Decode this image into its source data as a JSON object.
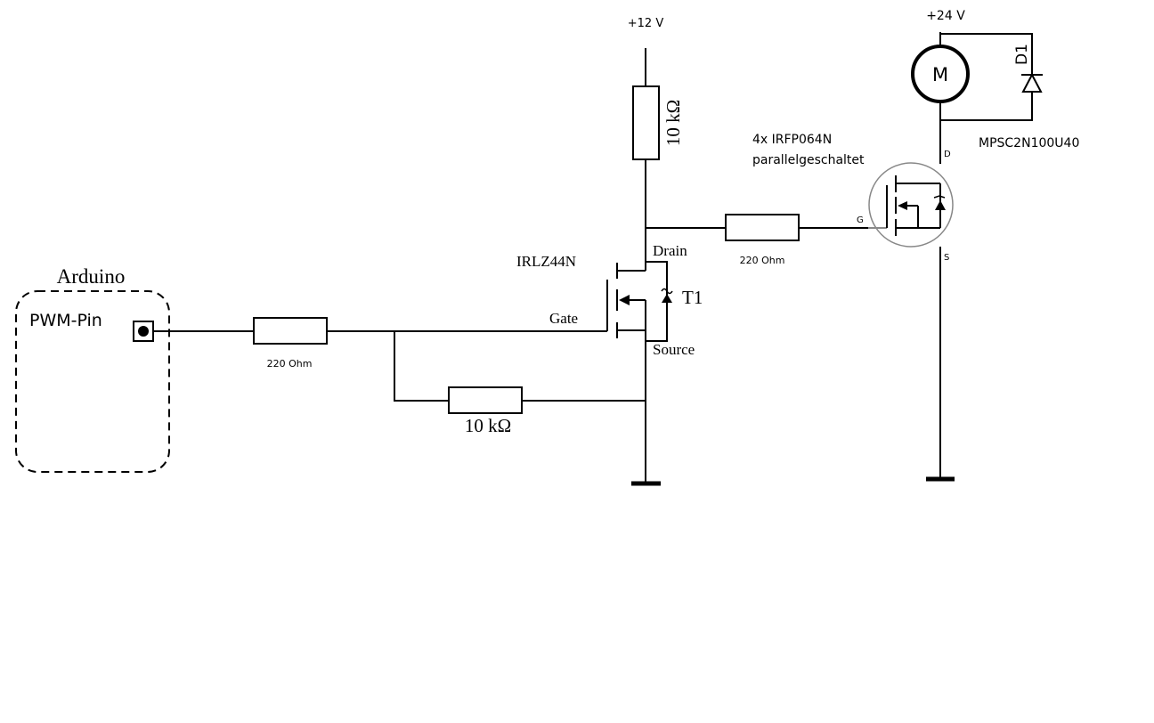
{
  "arduino": {
    "title": "Arduino",
    "pin_label": "PWM-Pin"
  },
  "supplies": {
    "v12": "+12 V",
    "v24": "+24 V"
  },
  "resistors": {
    "r_gate_input": "220 Ohm",
    "r_pulldown": "10 kΩ",
    "r_pullup": "10 kΩ",
    "r_gate_power": "220 Ohm"
  },
  "t1": {
    "part": "IRLZ44N",
    "designator": "T1",
    "gate": "Gate",
    "drain": "Drain",
    "source": "Source"
  },
  "power_mosfet": {
    "line1": "4x IRFP064N",
    "line2": "parallelgeschaltet",
    "pin_d": "D",
    "pin_g": "G",
    "pin_s": "S"
  },
  "motor": {
    "symbol": "M"
  },
  "diode": {
    "designator": "D1",
    "part": "MPSC2N100U40"
  }
}
